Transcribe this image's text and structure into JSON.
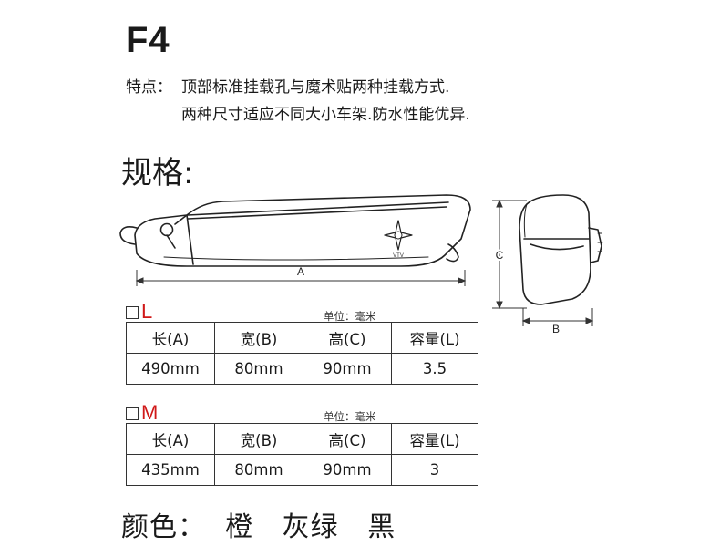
{
  "model": "F4",
  "features": {
    "label": "特点：",
    "line1": "顶部标准挂载孔与魔术贴两种挂载方式.",
    "line2": "两种尺寸适应不同大小车架.防水性能优异."
  },
  "spec_title": "规格:",
  "diagram": {
    "dim_a": "A",
    "dim_b": "B",
    "dim_c": "C",
    "logo_text": "VTV"
  },
  "tables": [
    {
      "size": "L",
      "unit": "单位：毫米",
      "headers": [
        "长(A)",
        "宽(B)",
        "高(C)",
        "容量(L)"
      ],
      "row": [
        "490mm",
        "80mm",
        "90mm",
        "3.5"
      ]
    },
    {
      "size": "M",
      "unit": "单位：毫米",
      "headers": [
        "长(A)",
        "宽(B)",
        "高(C)",
        "容量(L)"
      ],
      "row": [
        "435mm",
        "80mm",
        "90mm",
        "3"
      ]
    }
  ],
  "colors": "颜色：  橙   灰绿   黑"
}
